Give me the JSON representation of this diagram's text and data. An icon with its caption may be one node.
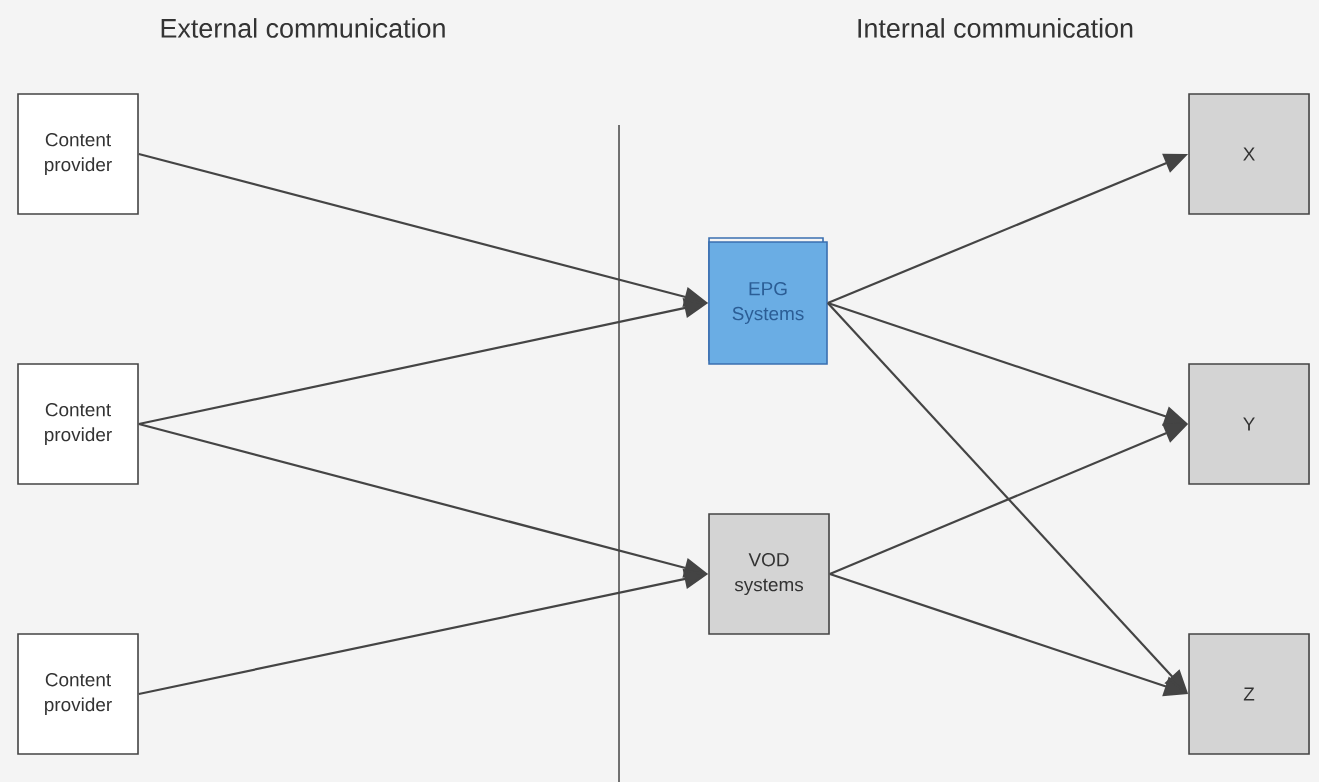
{
  "diagram": {
    "nodes": [
      {
        "text": [
          "Content provider"
        ]
      },
      {
        "text": [
          "Content provider"
        ]
      },
      {
        "text": [
          "Content provider"
        ]
      },
      {
        "text": [
          "EPG Systems"
        ]
      },
      {
        "text": [
          "VOD systems"
        ]
      },
      {
        "text": [
          "X"
        ]
      },
      {
        "text": [
          "Y"
        ]
      },
      {
        "text": [
          "Z"
        ]
      }
    ],
    "edges": [
      {
        "from": 0,
        "to": 3,
        "arrow": "to"
      },
      {
        "from": 1,
        "to": 3,
        "arrow": "to"
      },
      {
        "from": 1,
        "to": 4,
        "arrow": "to"
      },
      {
        "from": 2,
        "to": 4,
        "arrow": "to"
      },
      {
        "from": 3,
        "to": 5,
        "arrow": "to"
      },
      {
        "from": 3,
        "to": 6,
        "arrow": "to"
      },
      {
        "from": 3,
        "to": 7,
        "arrow": "to"
      },
      {
        "from": 4,
        "to": 6,
        "arrow": "to"
      },
      {
        "from": 4,
        "to": 7,
        "arrow": "to"
      }
    ],
    "labels": [
      "External communication",
      "Internal communication"
    ]
  }
}
